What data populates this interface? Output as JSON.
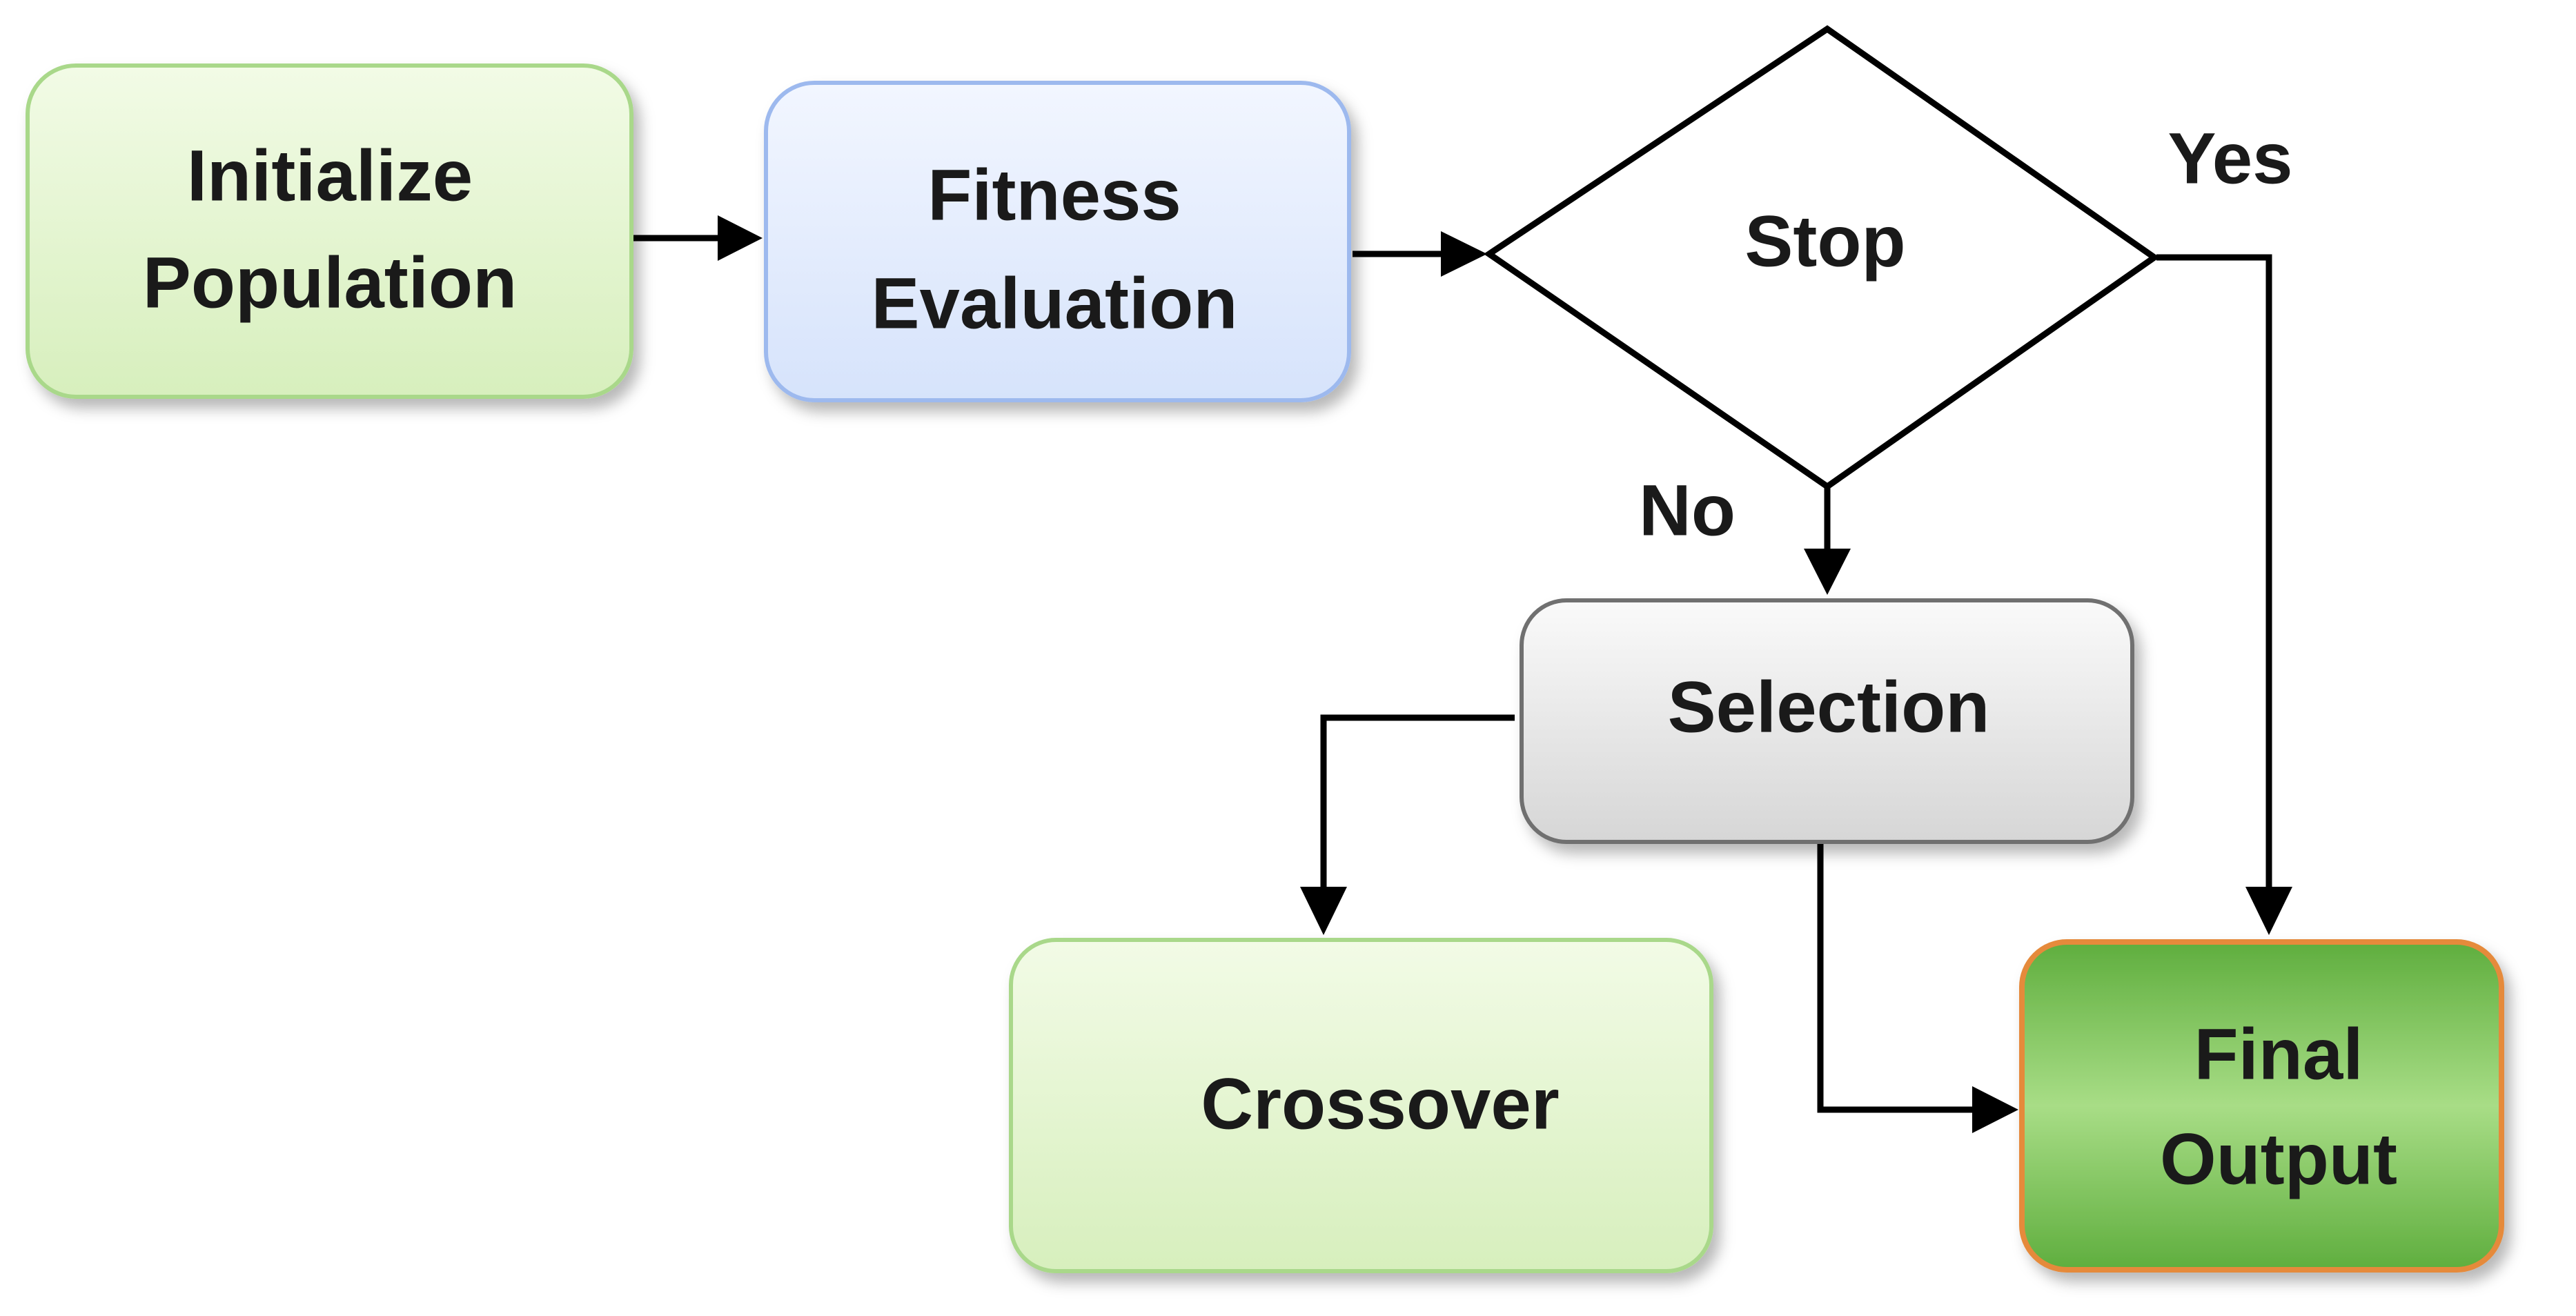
{
  "nodes": {
    "initialize": {
      "lines": [
        "Initialize",
        "Population"
      ]
    },
    "fitness": {
      "lines": [
        "Fitness",
        "Evaluation"
      ]
    },
    "stop": {
      "lines": [
        "Stop"
      ]
    },
    "selection": {
      "lines": [
        "Selection"
      ]
    },
    "crossover": {
      "lines": [
        "Crossover"
      ]
    },
    "final": {
      "lines": [
        "Final",
        "Output"
      ]
    }
  },
  "edge_labels": {
    "yes": "Yes",
    "no": "No"
  },
  "colors": {
    "green_fill_top": "#f2fbe6",
    "green_fill_bottom": "#d7efbd",
    "green_border": "#a9d88a",
    "blue_fill_top": "#f2f6ff",
    "blue_fill_bottom": "#d6e3fb",
    "blue_border": "#9db9ee",
    "grey_fill_top": "#fafafa",
    "grey_fill_bottom": "#d6d6d6",
    "grey_border": "#6f6f6f",
    "output_fill_light": "#a8dd86",
    "output_fill_dark": "#5fae3e",
    "output_border": "#e58a3b",
    "arrow": "#000000"
  }
}
